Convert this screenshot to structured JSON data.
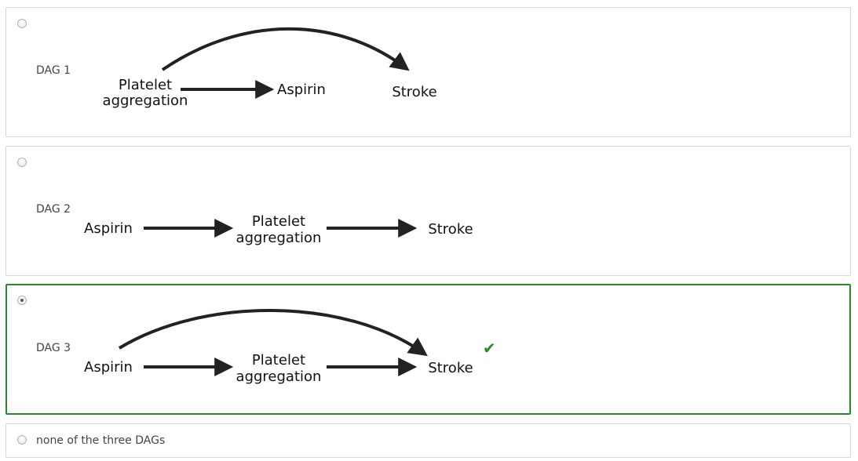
{
  "options": [
    {
      "label": "DAG 1",
      "selected": false,
      "nodes": {
        "platelet_line1": "Platelet",
        "platelet_line2": "aggregation",
        "aspirin": "Aspirin",
        "stroke": "Stroke"
      }
    },
    {
      "label": "DAG 2",
      "selected": false,
      "nodes": {
        "aspirin": "Aspirin",
        "platelet_line1": "Platelet",
        "platelet_line2": "aggregation",
        "stroke": "Stroke"
      }
    },
    {
      "label": "DAG 3",
      "selected": true,
      "correct": true,
      "nodes": {
        "aspirin": "Aspirin",
        "platelet_line1": "Platelet",
        "platelet_line2": "aggregation",
        "stroke": "Stroke"
      }
    },
    {
      "label": "none of the three DAGs",
      "selected": false
    }
  ],
  "colors": {
    "correct_border": "#2a8a2a",
    "check_mark": "#1f8f1f",
    "arrow": "#222222"
  },
  "icons": {
    "correct": "check-icon"
  }
}
